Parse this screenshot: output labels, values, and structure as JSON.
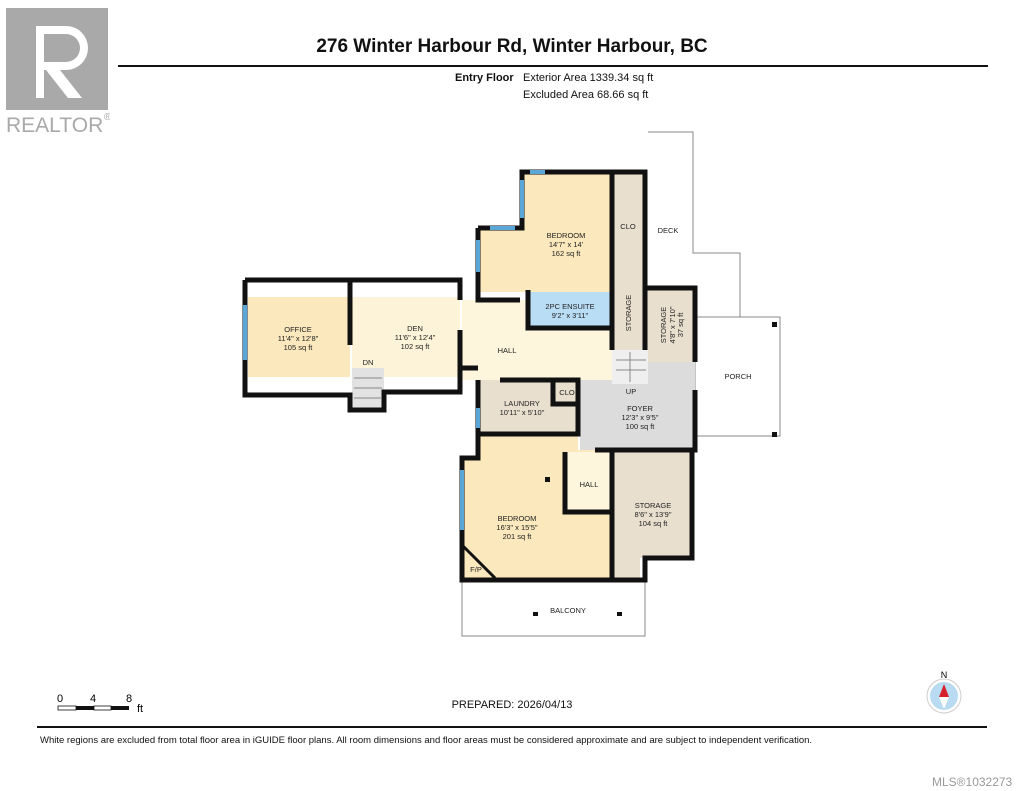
{
  "logo": {
    "text": "REALTOR",
    "mark": "®"
  },
  "header": {
    "title": "276 Winter Harbour Rd, Winter Harbour, BC"
  },
  "floor": {
    "name": "Entry Floor",
    "exterior_area": "Exterior Area 1339.34 sq ft",
    "excluded_area": "Excluded Area 68.66 sq ft"
  },
  "rooms": {
    "bedroom_top": {
      "name": "BEDROOM",
      "dims": "14'7\" x 14'",
      "area": "162 sq ft"
    },
    "clo_top": {
      "name": "CLO"
    },
    "storage_tall": {
      "name": "STORAGE"
    },
    "ensuite": {
      "name": "2PC ENSUITE",
      "dims": "9'2\" x 3'11\""
    },
    "storage_small": {
      "name": "STORAGE",
      "dims": "4'8\" x 7'10\"",
      "area": "37 sq ft"
    },
    "office": {
      "name": "OFFICE",
      "dims": "11'4\" x 12'8\"",
      "area": "105 sq ft"
    },
    "den": {
      "name": "DEN",
      "dims": "11'6\" x 12'4\"",
      "area": "102 sq ft"
    },
    "hall_top": {
      "name": "HALL"
    },
    "stairs_down": {
      "name": "DN"
    },
    "stairs_up": {
      "name": "UP"
    },
    "laundry": {
      "name": "LAUNDRY",
      "dims": "10'11\" x 5'10\""
    },
    "clo_small": {
      "name": "CLO"
    },
    "foyer": {
      "name": "FOYER",
      "dims": "12'3\" x 9'5\"",
      "area": "100 sq ft"
    },
    "bedroom_bottom": {
      "name": "BEDROOM",
      "dims": "16'3\" x 15'5\"",
      "area": "201 sq ft"
    },
    "fireplace": {
      "name": "F/P"
    },
    "hall_bottom": {
      "name": "HALL"
    },
    "storage_bottom": {
      "name": "STORAGE",
      "dims": "8'6\" x 13'9\"",
      "area": "104 sq ft"
    },
    "deck": {
      "name": "DECK"
    },
    "porch": {
      "name": "PORCH"
    },
    "balcony": {
      "name": "BALCONY"
    }
  },
  "colors": {
    "bedroom": "#fbe9bd",
    "hall": "#fdf5dc",
    "bath": "#b9ddf5",
    "storage": "#e9dfcf",
    "foyer": "#dcdcdc",
    "window": "#5aa6d6",
    "wall": "#111111"
  },
  "scale": {
    "ticks": [
      "0",
      "4",
      "8"
    ],
    "unit": "ft"
  },
  "compass": {
    "label": "N"
  },
  "footer": {
    "prepared": "PREPARED: 2026/04/13",
    "disclaimer": "White regions are excluded from total floor area in iGUIDE floor plans. All room dimensions and floor areas must be considered approximate and are subject to independent verification.",
    "mls": "MLS®1032273"
  }
}
